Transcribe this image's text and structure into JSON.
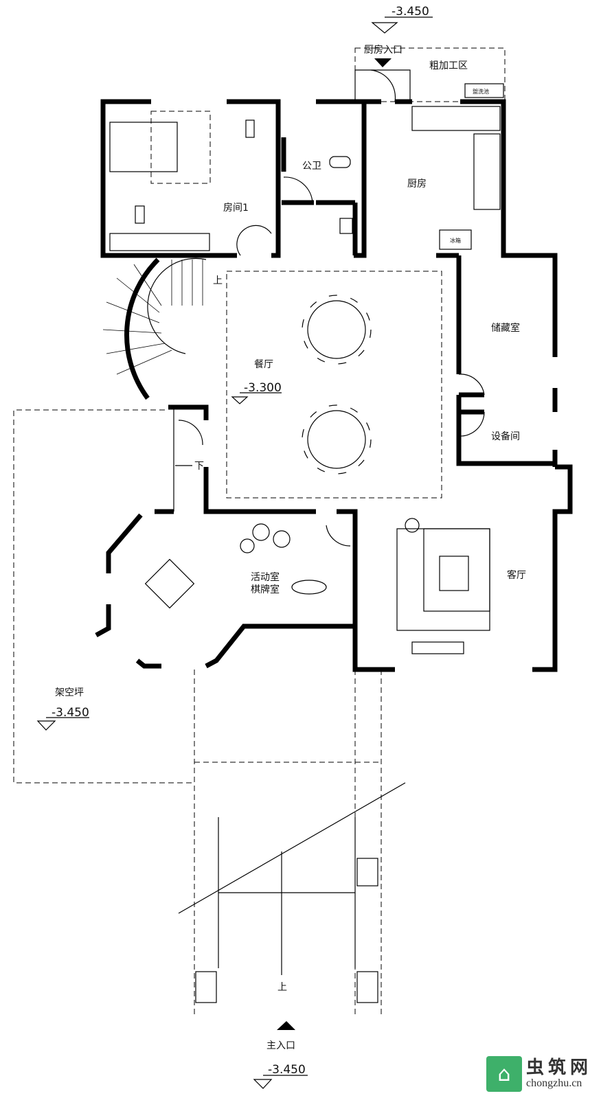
{
  "rooms": {
    "bedroom": "房间1",
    "toilet": "公卫",
    "kitchen": "厨房",
    "storage": "储藏室",
    "dining": "餐厅",
    "equipment": "设备间",
    "activity": "活动室",
    "chess": "棋牌室",
    "living": "客厅",
    "stilt_floor": "架空坪",
    "rough_processing": "粗加工区"
  },
  "labels": {
    "kitchen_entrance": "厨房入口",
    "main_entrance": "主入口",
    "up1": "上",
    "up2": "上",
    "down": "下",
    "wash_basin": "盥洗池",
    "fridge": "冰箱"
  },
  "elevations": {
    "top": "-3.450",
    "dining": "-3.300",
    "stilt": "-3.450",
    "bottom": "-3.450"
  },
  "watermark": {
    "cn": "虫筑网",
    "en": "chongzhu.cn"
  }
}
